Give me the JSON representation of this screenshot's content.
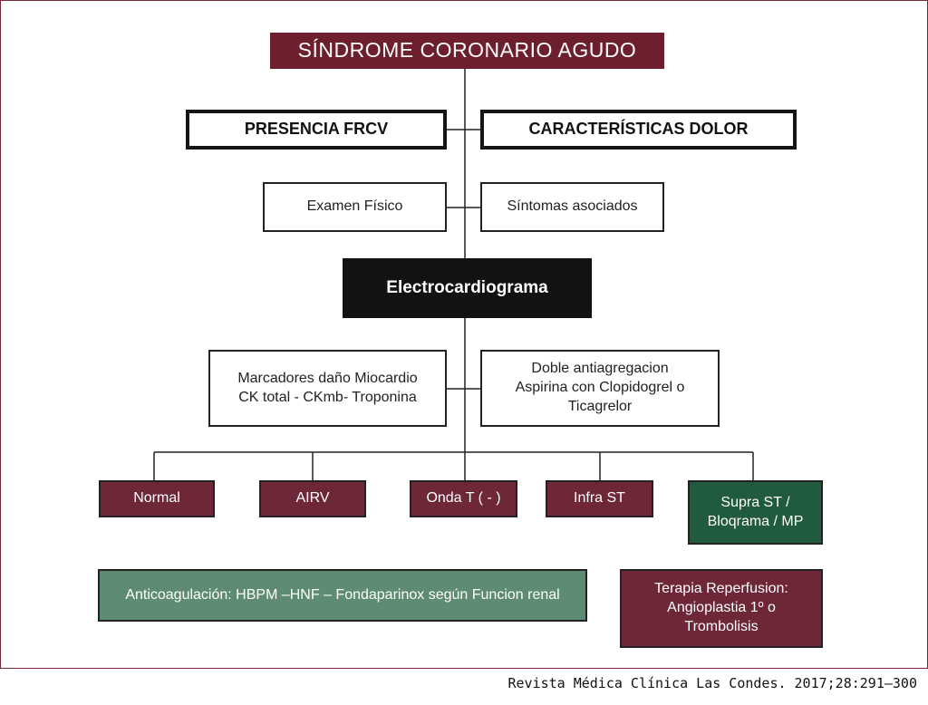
{
  "title": "SÍNDROME CORONARIO AGUDO",
  "row1": {
    "left": "PRESENCIA FRCV",
    "right": "CARACTERÍSTICAS DOLOR"
  },
  "row2": {
    "left": "Examen Físico",
    "right": "Síntomas asociados"
  },
  "ecg": "Electrocardiograma",
  "row3": {
    "left": [
      "Marcadores daño Miocardio",
      "CK total - CKmb- Troponina"
    ],
    "right": [
      "Doble antiagregacion",
      "Aspirina con Clopidogrel o",
      "Ticagrelor"
    ]
  },
  "outcomes": [
    "Normal",
    "AIRV",
    "Onda T ( - )",
    "Infra ST",
    [
      "Supra ST /",
      "Bloqrama / MP"
    ]
  ],
  "anticoagulation": "Anticoagulación: HBPM –HNF – Fondaparinox según Funcion renal",
  "reperfusion": [
    "Terapia Reperfusion:",
    "Angioplastia  1º o",
    "Trombolisis"
  ],
  "credit": "Revista Médica Clínica Las Condes. 2017;28:291–300",
  "colors": {
    "title_bg": "#6e1f2d",
    "maroon": "#6e2737",
    "dark_green": "#1f5b3c",
    "sage_green": "#5d8c73",
    "ecg_bg": "#121212"
  }
}
